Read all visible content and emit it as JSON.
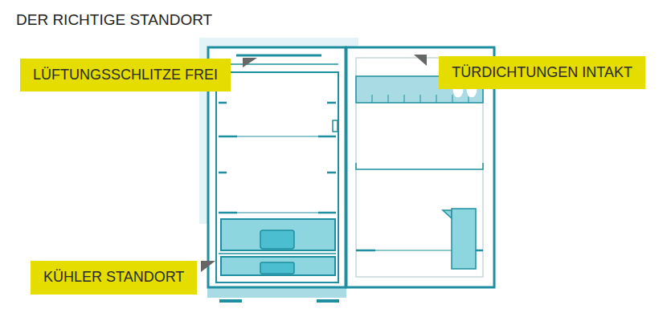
{
  "diagram": {
    "title": "DER RICHTIGE STANDORT",
    "nodes": [
      {
        "text": [
          "LÜFTUNGSSCHLITZE FREI"
        ]
      },
      {
        "text": [
          "TÜRDICHTUNGEN INTAKT"
        ]
      },
      {
        "text": [
          "KÜHLER STANDORT"
        ]
      }
    ]
  }
}
